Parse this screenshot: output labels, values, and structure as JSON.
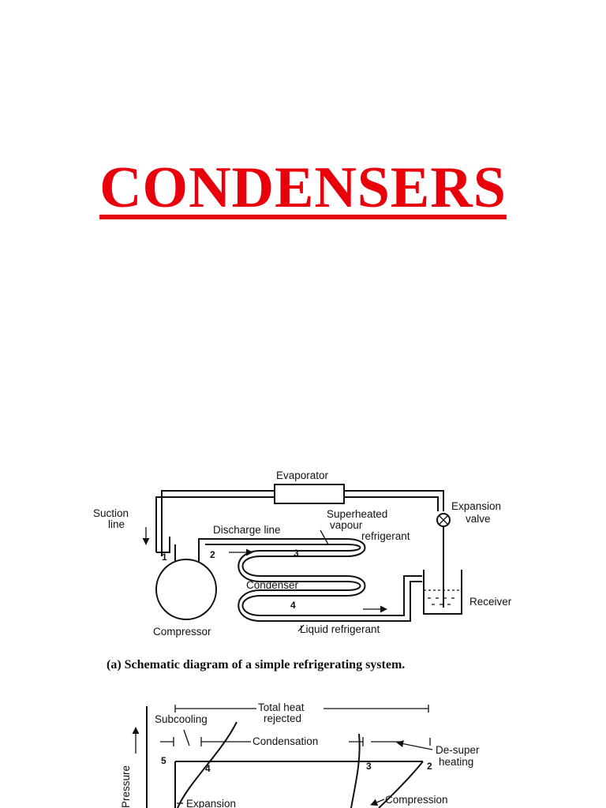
{
  "title": "CONDENSERS",
  "colors": {
    "title": "#e8000b",
    "ink": "#111111",
    "background": "#ffffff"
  },
  "schematic": {
    "labels": {
      "evaporator": "Evaporator",
      "suction_line_1": "Suction",
      "suction_line_2": "line",
      "discharge_line": "Discharge line",
      "superheated_1": "Superheated",
      "superheated_2": "vapour",
      "superheated_3": "refrigerant",
      "expansion_valve_1": "Expansion",
      "expansion_valve_2": "valve",
      "condenser": "Condenser",
      "receiver": "Receiver",
      "compressor": "Compressor",
      "liquid_refrigerant": "Liquid refrigerant"
    },
    "points": [
      "1",
      "2",
      "3",
      "4"
    ],
    "caption": "(a) Schematic diagram of a simple refrigerating system."
  },
  "ph_diagram": {
    "labels": {
      "total_heat_1": "Total heat",
      "total_heat_2": "rejected",
      "subcooling": "Subcooling",
      "condensation": "Condensation",
      "de_super_1": "De-super",
      "de_super_2": "heating",
      "pressure": "Pressure",
      "expansion": "Expansion",
      "compression": "Compression"
    },
    "points": [
      "5",
      "4",
      "3",
      "2"
    ]
  }
}
